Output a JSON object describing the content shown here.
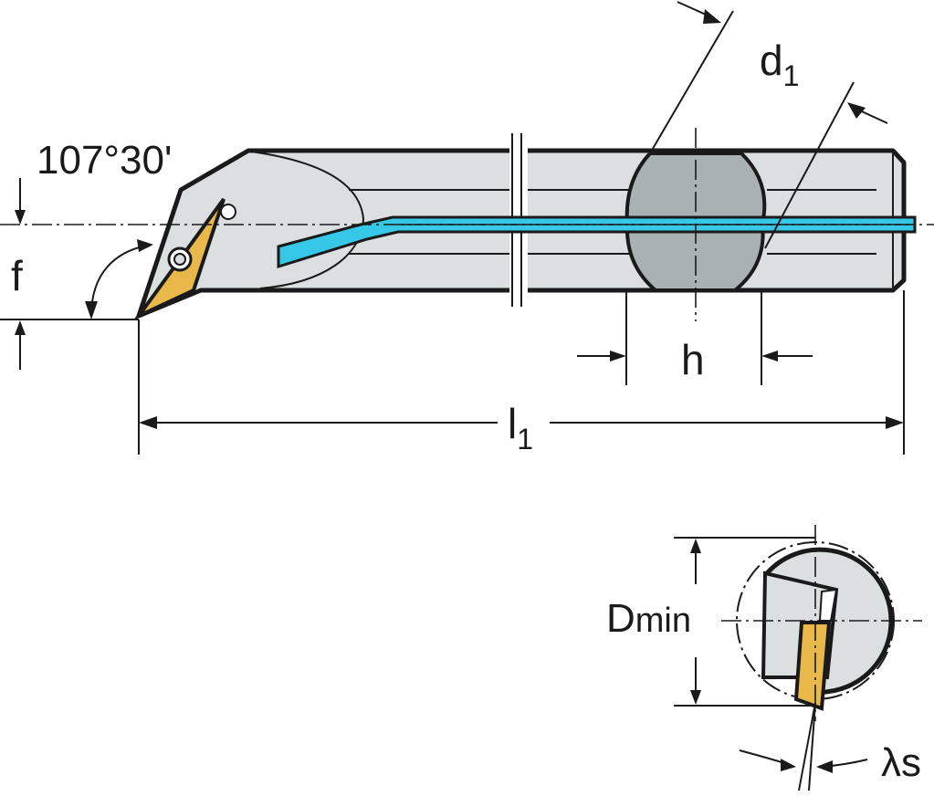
{
  "labels": {
    "angle": "107°30'",
    "f": "f",
    "d1_main": "d",
    "d1_sub": "1",
    "h": "h",
    "l1_main": "l",
    "l1_sub": "1",
    "dmin_main": "D",
    "dmin_sub": "min",
    "lambda_s": "λs"
  },
  "colors": {
    "body": "#dcdfe0",
    "section": "#a9b1b3",
    "coolant": "#36c8e6",
    "insert": "#e8b84a",
    "line": "#1a1a1a"
  }
}
